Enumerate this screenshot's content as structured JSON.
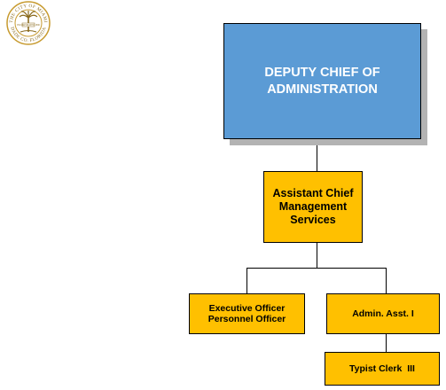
{
  "logo": {
    "ring_text_top": "THE CITY OF MIAMI",
    "ring_text_bottom": "DADE CO. FLORIDA",
    "center_text": "INCORPORATED 1896"
  },
  "org_chart": {
    "top": {
      "title": "DEPUTY CHIEF OF ADMINISTRATION"
    },
    "level2": {
      "title": "Assistant Chief Management Services"
    },
    "level3": [
      {
        "line1": "Executive Officer",
        "line2": "Personnel Officer"
      },
      {
        "line1": "Admin. Asst. I"
      }
    ],
    "level4": {
      "title": "Typist Clerk  III"
    }
  },
  "colors": {
    "top_box": "#5b9bd5",
    "sub_box": "#ffc000",
    "shadow": "#b3b3b3",
    "line": "#000000"
  }
}
